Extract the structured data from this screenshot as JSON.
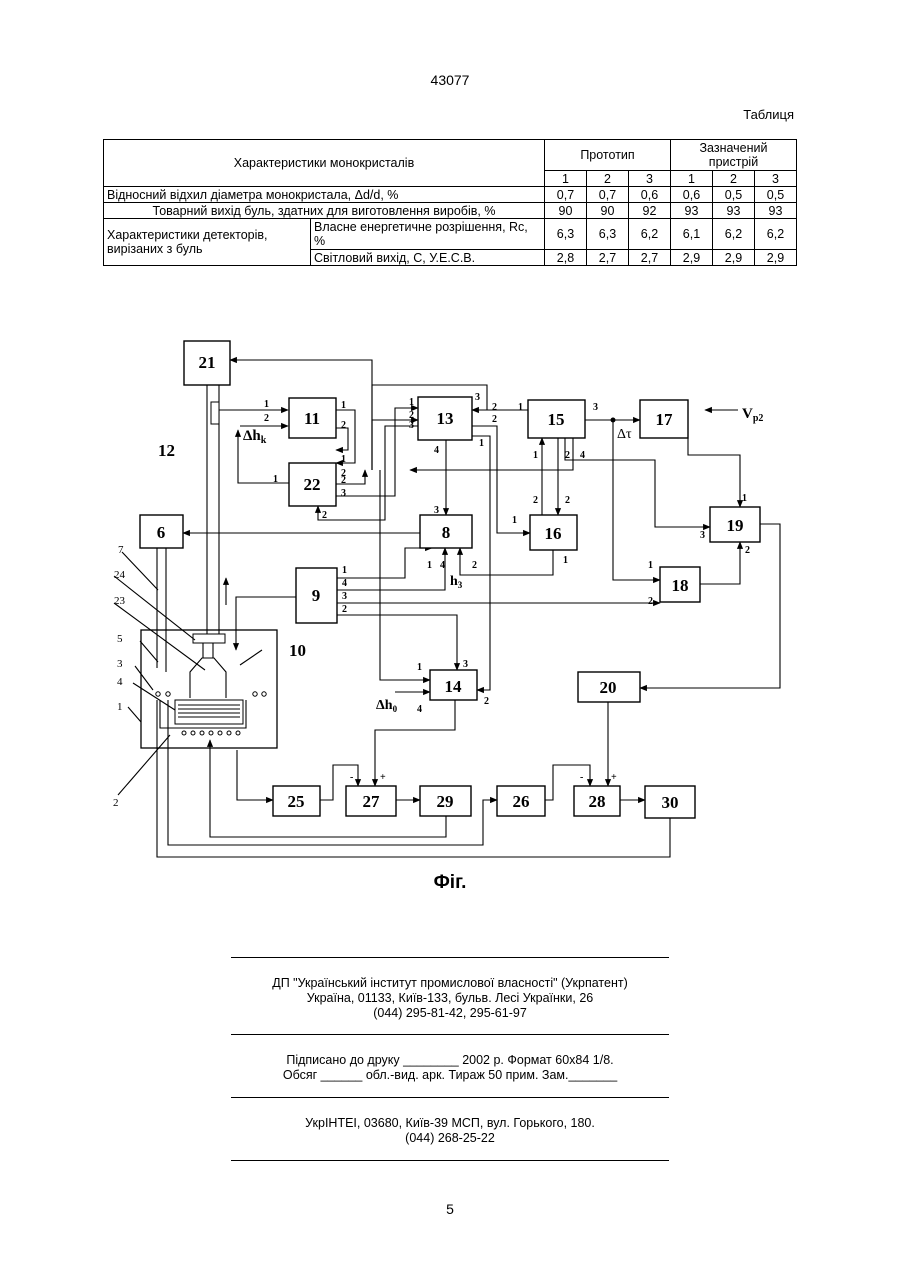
{
  "header": {
    "doc_number": "43077",
    "table_label": "Таблиця"
  },
  "table": {
    "col_main": "Характеристики монокристалів",
    "col_prototype": "Прототип",
    "col_device": "Зазначений пристрій",
    "sub_cols": [
      "1",
      "2",
      "3",
      "1",
      "2",
      "3"
    ],
    "rows": [
      {
        "label": "Відносний відхил діаметра монокристала, Δd/d, %",
        "values": [
          "0,7",
          "0,7",
          "0,6",
          "0,6",
          "0,5",
          "0,5"
        ]
      },
      {
        "label": "Товарний вихід буль, здатних для виготовлення виробів, %",
        "values": [
          "90",
          "90",
          "92",
          "93",
          "93",
          "93"
        ]
      }
    ],
    "group_label": "Характеристики детекторів, вирізаних з буль",
    "group_rows": [
      {
        "label": "Власне енергетичне розрішення, Rc, %",
        "values": [
          "6,3",
          "6,3",
          "6,2",
          "6,1",
          "6,2",
          "6,2"
        ]
      },
      {
        "label": "Світловий вихід, С,  У.Е.С.В.",
        "values": [
          "2,8",
          "2,7",
          "2,7",
          "2,9",
          "2,9",
          "2,9"
        ]
      }
    ]
  },
  "figure": {
    "caption": "Фіг.",
    "blocks": [
      "21",
      "11",
      "22",
      "13",
      "15",
      "17",
      "6",
      "8",
      "16",
      "19",
      "9",
      "18",
      "14",
      "20",
      "25",
      "27",
      "29",
      "26",
      "28",
      "30"
    ],
    "ref_labels": [
      "12",
      "7",
      "24",
      "23",
      "5",
      "3",
      "4",
      "1",
      "2",
      "10"
    ],
    "signals": {
      "dh_k": "Δh",
      "dh_k_sub": "k",
      "h3": "h",
      "h3_sub": "3",
      "dh0": "Δh",
      "dh0_sub": "0",
      "dtau": "Δτ",
      "vp2": "V",
      "vp2_sub": "p2"
    }
  },
  "footer": {
    "org_line1": "ДП \"Український інститут промислової власності\" (Укрпатент)",
    "org_line2": "Україна, 01133, Київ-133, бульв. Лесі Українки, 26",
    "org_line3": "(044) 295-81-42, 295-61-97",
    "print_line1": "Підписано до друку ________ 2002 р.    Формат 60х84 1/8.",
    "print_line2": "Обсяг ______ обл.-вид. арк.   Тираж 50 прим.    Зам._______",
    "press_line1": "УкрІНТЕІ, 03680, Київ-39 МСП, вул. Горького, 180.",
    "press_line2": "(044) 268-25-22",
    "page_number": "5"
  }
}
